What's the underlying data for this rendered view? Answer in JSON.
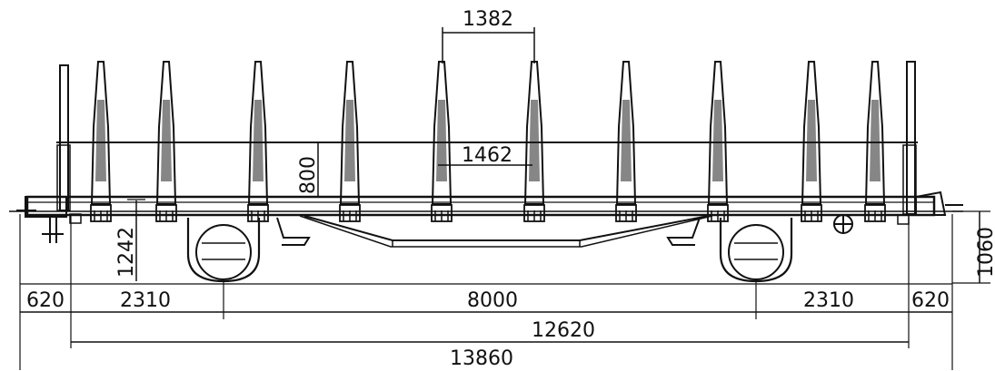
{
  "dimensions": {
    "stake_spacing_top": "1382",
    "inner_stake_spacing": "1462",
    "stake_height": "800",
    "deck_height": "1242",
    "overall_height": "1060",
    "overhang_left": "620",
    "axle_to_end_left": "2310",
    "axle_spacing": "8000",
    "axle_to_end_right": "2310",
    "overhang_right": "620",
    "length_over_headstocks": "12620",
    "length_over_buffers": "13860"
  },
  "colors": {
    "ink": "#111111",
    "paper": "#ffffff"
  }
}
